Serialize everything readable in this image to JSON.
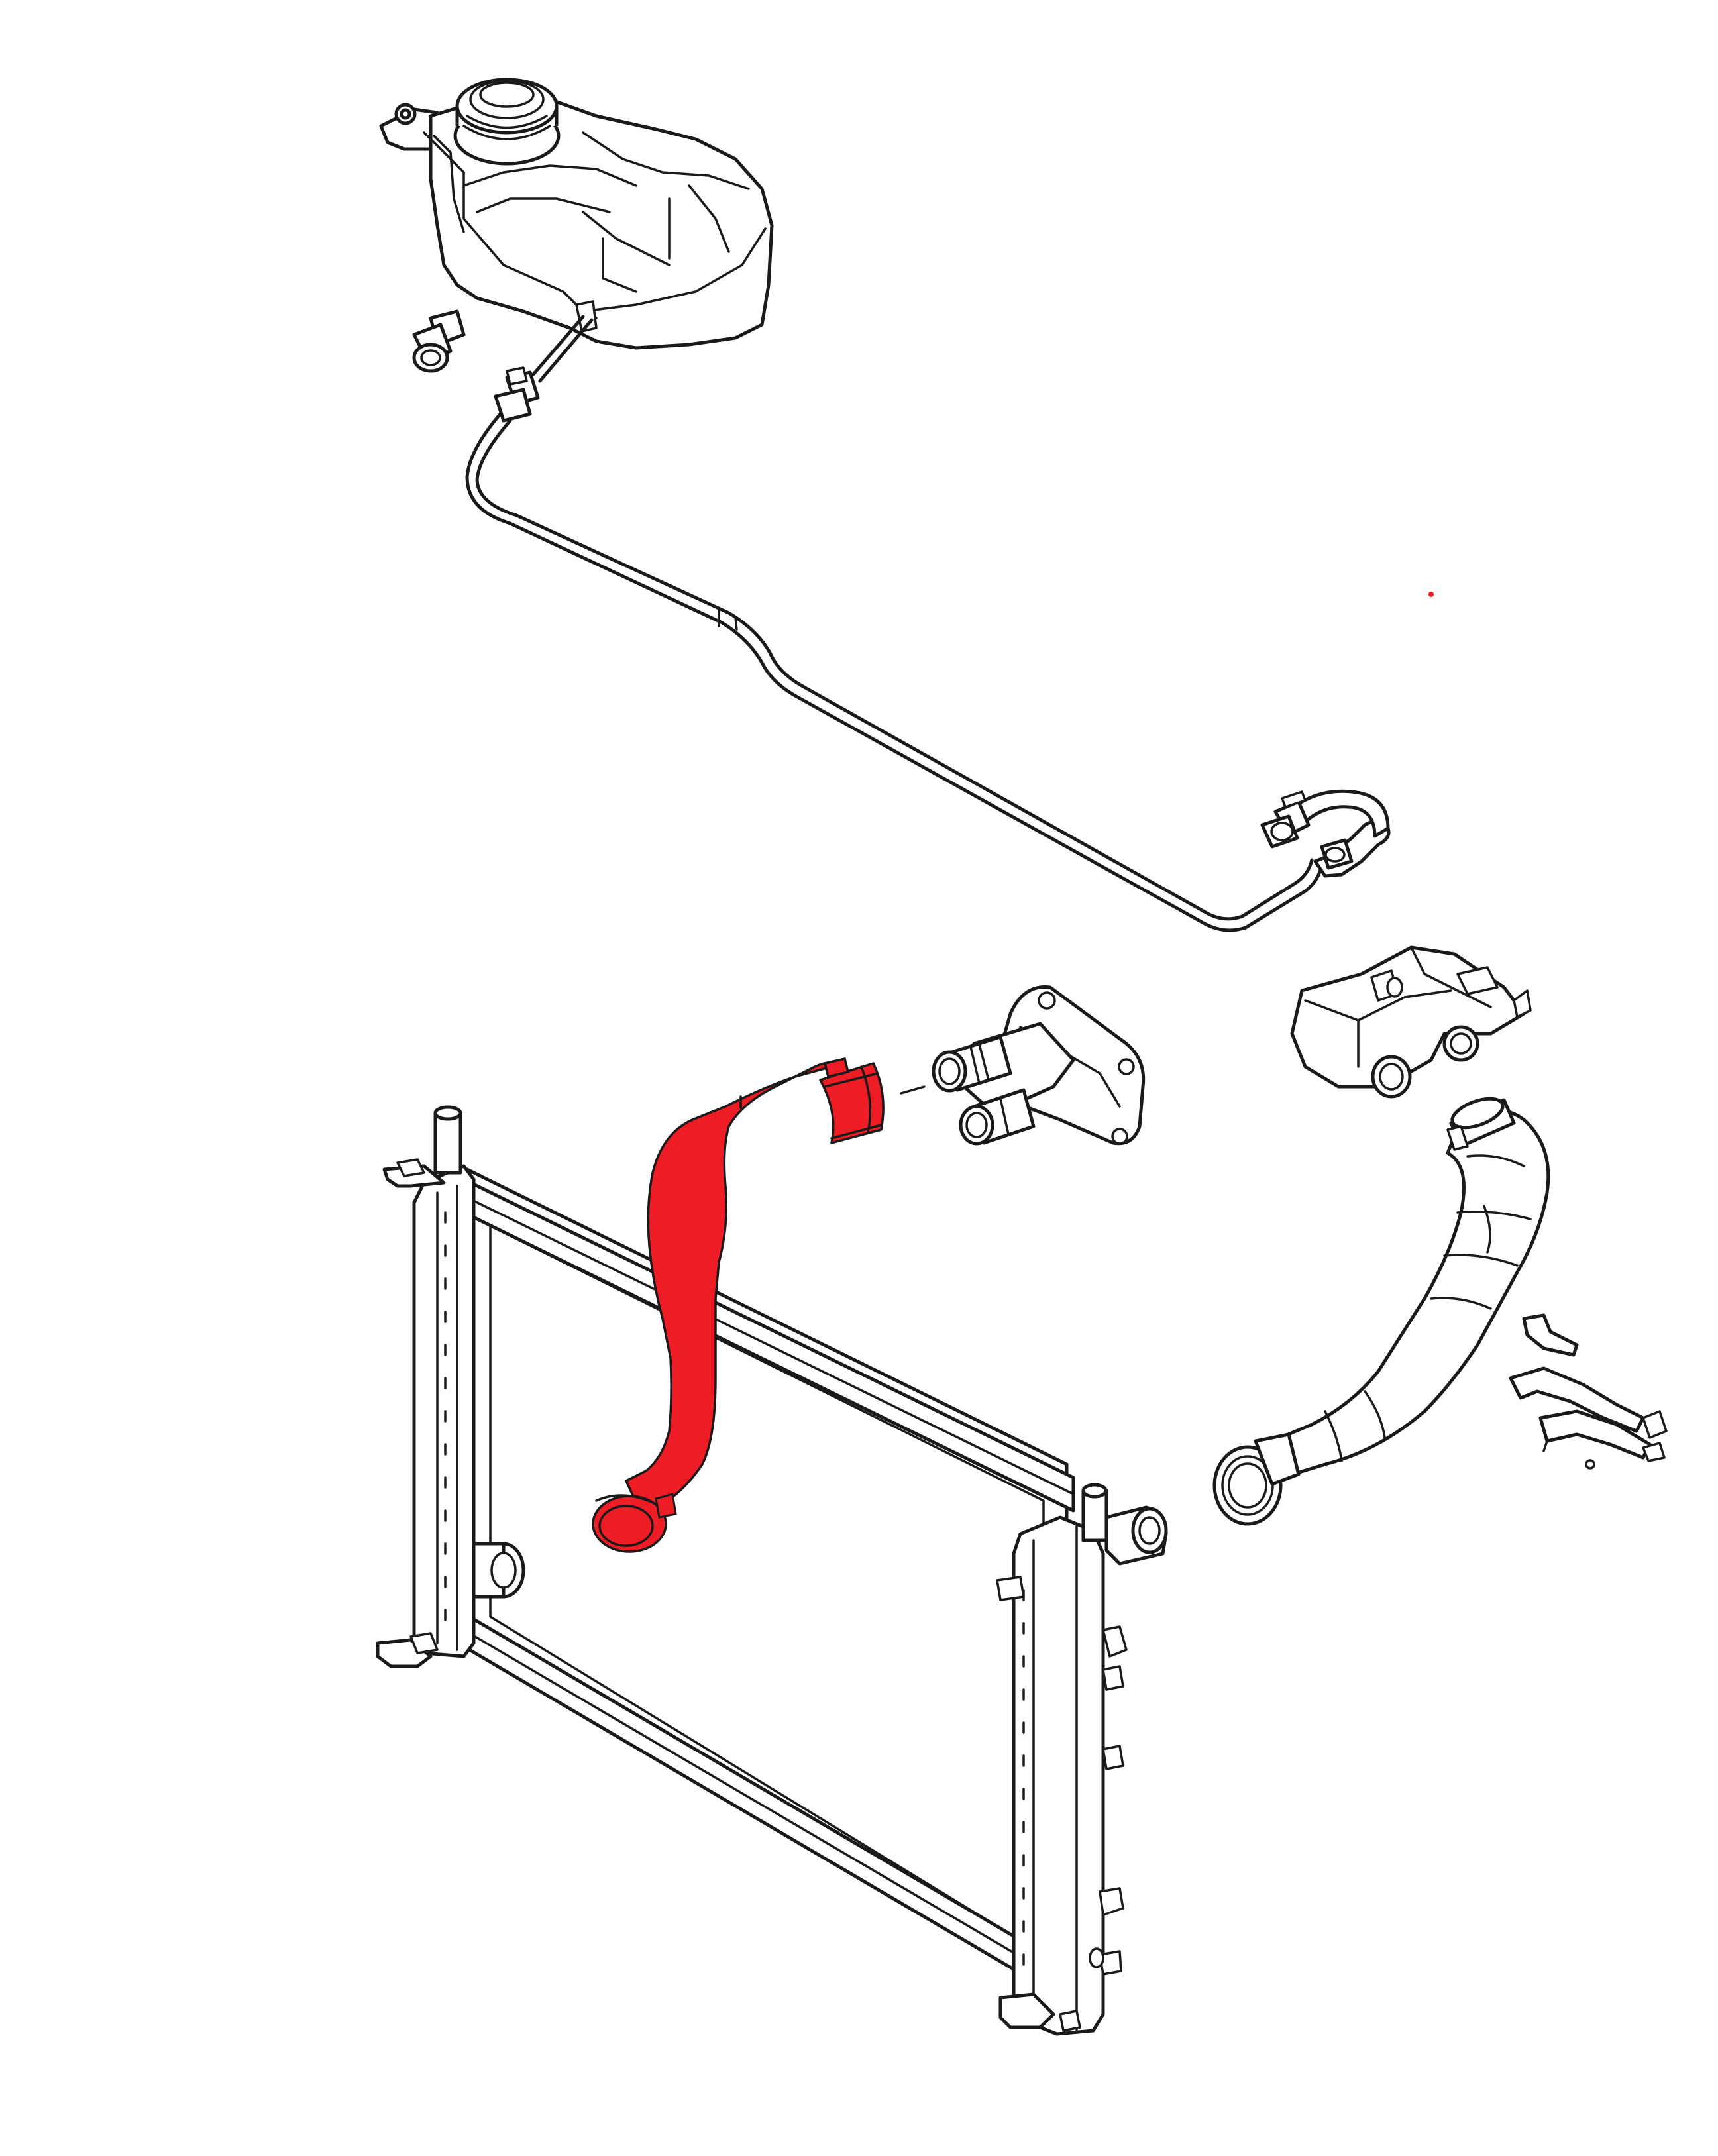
{
  "diagram": {
    "highlight_color": "#ee1c25",
    "line_color": "#1a1a1a",
    "background_color": "#ffffff",
    "highlighted_part": "upper-radiator-hose",
    "parts": [
      {
        "id": "expansion-tank",
        "icon": "coolant-reservoir-icon"
      },
      {
        "id": "reservoir-cap",
        "icon": "cap-icon"
      },
      {
        "id": "bleed-pipe",
        "icon": "pipe-icon"
      },
      {
        "id": "bleed-pipe-hose-end",
        "icon": "hose-icon"
      },
      {
        "id": "upper-radiator-hose",
        "icon": "hose-icon"
      },
      {
        "id": "thermostat-housing",
        "icon": "flange-icon"
      },
      {
        "id": "water-outlet",
        "icon": "outlet-icon"
      },
      {
        "id": "lower-radiator-hose",
        "icon": "hose-icon"
      },
      {
        "id": "hose-clip",
        "icon": "clip-icon"
      },
      {
        "id": "radiator",
        "icon": "radiator-icon"
      }
    ]
  }
}
